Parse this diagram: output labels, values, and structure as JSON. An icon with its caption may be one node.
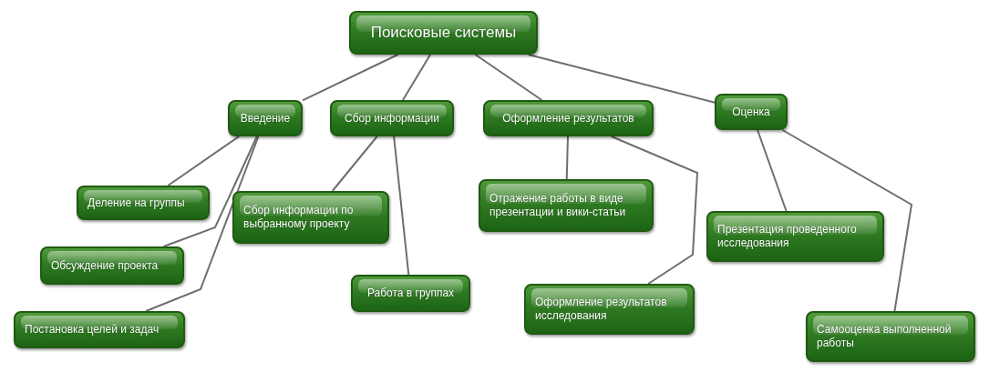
{
  "diagram": {
    "nodes": [
      {
        "text": [
          "Поисковые системы"
        ]
      },
      {
        "text": [
          "Введение"
        ]
      },
      {
        "text": [
          "Сбор информации"
        ]
      },
      {
        "text": [
          "Оформление результатов"
        ]
      },
      {
        "text": [
          "Оценка"
        ]
      },
      {
        "text": [
          "Деление на группы"
        ]
      },
      {
        "text": [
          "Обсуждение проекта"
        ]
      },
      {
        "text": [
          "Постановка целей и задач"
        ]
      },
      {
        "text": [
          "Сбор информации по выбранному проекту"
        ]
      },
      {
        "text": [
          "Работа в группах"
        ]
      },
      {
        "text": [
          "Отражение работы в виде презентации и вики-статьи"
        ]
      },
      {
        "text": [
          "Оформление результатов исследования"
        ]
      },
      {
        "text": [
          "Презентация проведенного исследования"
        ]
      },
      {
        "text": [
          "Самооценка выполненной работы"
        ]
      }
    ],
    "edges": [
      {
        "from": 0,
        "to": 1,
        "arrow": "none"
      },
      {
        "from": 0,
        "to": 2,
        "arrow": "none"
      },
      {
        "from": 0,
        "to": 3,
        "arrow": "none"
      },
      {
        "from": 0,
        "to": 4,
        "arrow": "none"
      },
      {
        "from": 1,
        "to": 5,
        "arrow": "none"
      },
      {
        "from": 1,
        "to": 6,
        "arrow": "none"
      },
      {
        "from": 1,
        "to": 7,
        "arrow": "none"
      },
      {
        "from": 2,
        "to": 8,
        "arrow": "none"
      },
      {
        "from": 2,
        "to": 9,
        "arrow": "none"
      },
      {
        "from": 3,
        "to": 10,
        "arrow": "none"
      },
      {
        "from": 3,
        "to": 11,
        "arrow": "none"
      },
      {
        "from": 4,
        "to": 12,
        "arrow": "none"
      },
      {
        "from": 4,
        "to": 13,
        "arrow": "none"
      }
    ]
  }
}
